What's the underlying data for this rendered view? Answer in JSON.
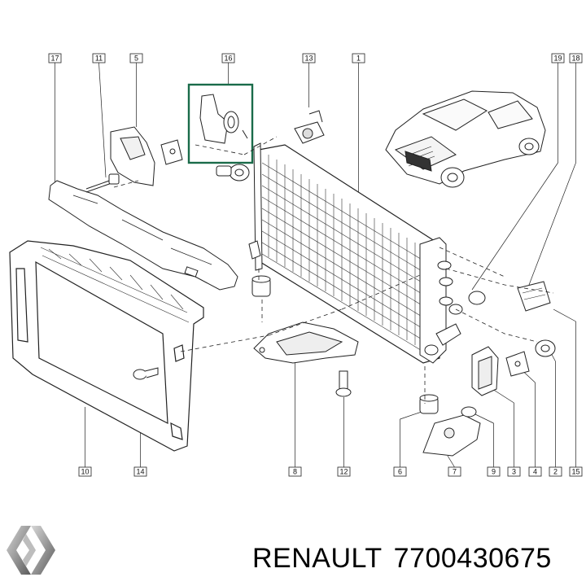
{
  "callouts": [
    {
      "id": "17",
      "label": "17"
    },
    {
      "id": "11",
      "label": "11"
    },
    {
      "id": "5",
      "label": "5"
    },
    {
      "id": "16",
      "label": "16"
    },
    {
      "id": "13",
      "label": "13"
    },
    {
      "id": "1",
      "label": "1"
    },
    {
      "id": "19",
      "label": "19"
    },
    {
      "id": "18",
      "label": "18"
    },
    {
      "id": "10",
      "label": "10"
    },
    {
      "id": "14",
      "label": "14"
    },
    {
      "id": "8",
      "label": "8"
    },
    {
      "id": "12",
      "label": "12"
    },
    {
      "id": "6",
      "label": "6"
    },
    {
      "id": "7",
      "label": "7"
    },
    {
      "id": "9",
      "label": "9"
    },
    {
      "id": "3",
      "label": "3"
    },
    {
      "id": "4",
      "label": "4"
    },
    {
      "id": "2",
      "label": "2"
    },
    {
      "id": "15",
      "label": "15"
    }
  ],
  "footer": {
    "brand": "RENAULT",
    "part_number": "7700430675"
  },
  "logo_icon": "renault-diamond-icon",
  "highlight_color": "#1a6b4a"
}
